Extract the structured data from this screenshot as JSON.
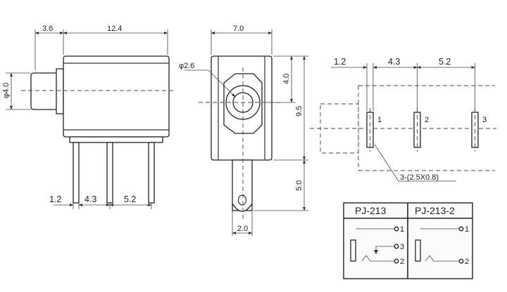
{
  "side_view": {
    "dim_flange": "3.6",
    "dim_body": "12.4",
    "dim_diameter": "φ4.0",
    "dim_pin_width": "1.2",
    "dim_pitch_1": "4.3",
    "dim_pitch_2": "5.2"
  },
  "front_view": {
    "dim_width": "7.0",
    "dim_hole": "φ2.6",
    "dim_upper": "4.0",
    "dim_height": "9.5",
    "dim_tab": "5.0",
    "dim_tab_width": "2.0"
  },
  "pcb_layout": {
    "dim_offset": "1.2",
    "dim_pitch_1": "4.3",
    "dim_pitch_2": "5.2",
    "pad_1": "1",
    "pad_2": "2",
    "pad_3": "3",
    "slot_note": "3-(2.5X0.8)"
  },
  "schematic": {
    "model_1": "PJ-213",
    "model_2": "PJ-213-2",
    "model_1_pins": [
      "1",
      "3",
      "2"
    ],
    "model_2_pins": [
      "1",
      "2"
    ]
  }
}
